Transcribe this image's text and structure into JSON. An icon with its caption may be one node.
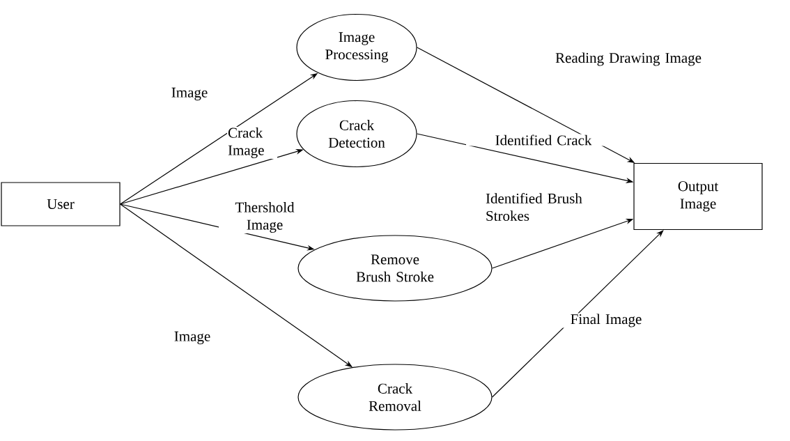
{
  "diagram": {
    "nodes": [
      {
        "text": [
          "User"
        ]
      },
      {
        "text": [
          "Image Processing"
        ]
      },
      {
        "text": [
          "Crack Detection"
        ]
      },
      {
        "text": [
          "Remove Brush Stroke"
        ]
      },
      {
        "text": [
          "Crack Removal"
        ]
      },
      {
        "text": [
          "Output Image"
        ]
      }
    ],
    "edges": [
      {
        "from": 0,
        "to": 1,
        "arrow": "to",
        "label": "Image"
      },
      {
        "from": 0,
        "to": 2,
        "arrow": "to",
        "label": "Crack Image"
      },
      {
        "from": 0,
        "to": 3,
        "arrow": "to",
        "label": "Thershold Image"
      },
      {
        "from": 0,
        "to": 4,
        "arrow": "to",
        "label": "Image"
      },
      {
        "from": 1,
        "to": 5,
        "arrow": "to",
        "label": "Reading Drawing Image"
      },
      {
        "from": 2,
        "to": 5,
        "arrow": "to",
        "label": "Identified Crack"
      },
      {
        "from": 3,
        "to": 5,
        "arrow": "to",
        "label": "Identified Brush Strokes"
      },
      {
        "from": 4,
        "to": 5,
        "arrow": "to",
        "label": "Final Image"
      }
    ]
  }
}
